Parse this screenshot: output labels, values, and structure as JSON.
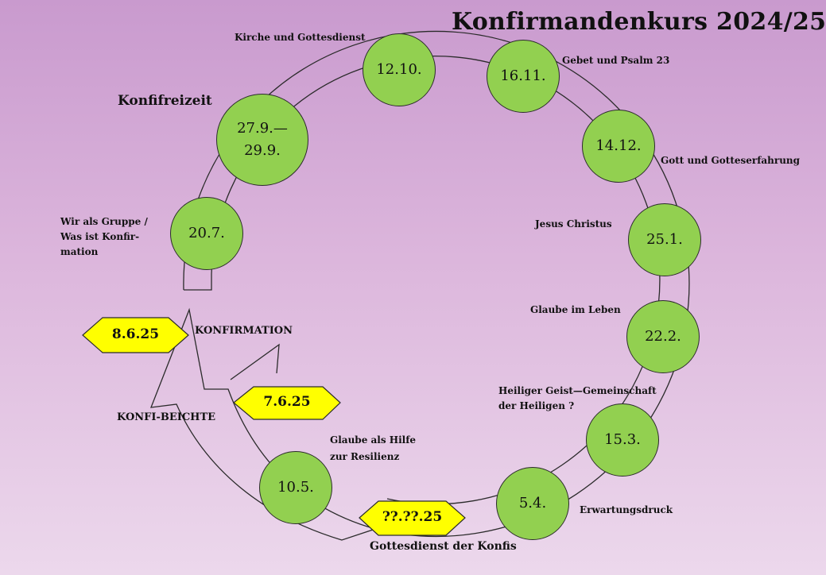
{
  "title": "Konfirmandenkurs 2024/25",
  "sessions": [
    {
      "date": "20.7.",
      "topic": "Wir als Gruppe /\nWas ist Konfir-\nmation"
    },
    {
      "date": "27.9.—\n29.9.",
      "topic": "Konfifreizeit"
    },
    {
      "date": "12.10.",
      "topic": "Kirche und Gottesdienst"
    },
    {
      "date": "16.11.",
      "topic": "Gebet und Psalm 23"
    },
    {
      "date": "14.12.",
      "topic": "Gott und Gotteserfahrung"
    },
    {
      "date": "25.1.",
      "topic": "Jesus Christus"
    },
    {
      "date": "22.2.",
      "topic": "Glaube im Leben"
    },
    {
      "date": "15.3.",
      "topic": "Heiliger Geist—Gemeinschaft\nder Heiligen ?"
    },
    {
      "date": "5.4.",
      "topic": "Erwartungsdruck"
    },
    {
      "date": "10.5.",
      "topic": "Glaube als Hilfe\nzur Resilienz"
    }
  ],
  "events": [
    {
      "date": "??.??.25",
      "label": "Gottesdienst der Konfis"
    },
    {
      "date": "7.6.25",
      "label": "KONFI-BEICHTE"
    },
    {
      "date": "8.6.25",
      "label": "KONFIRMATION"
    }
  ],
  "colors": {
    "circle": "#92d050",
    "hexagon": "#ffff00",
    "background_top": "#c99ace",
    "background_bottom": "#ecd8ec"
  }
}
